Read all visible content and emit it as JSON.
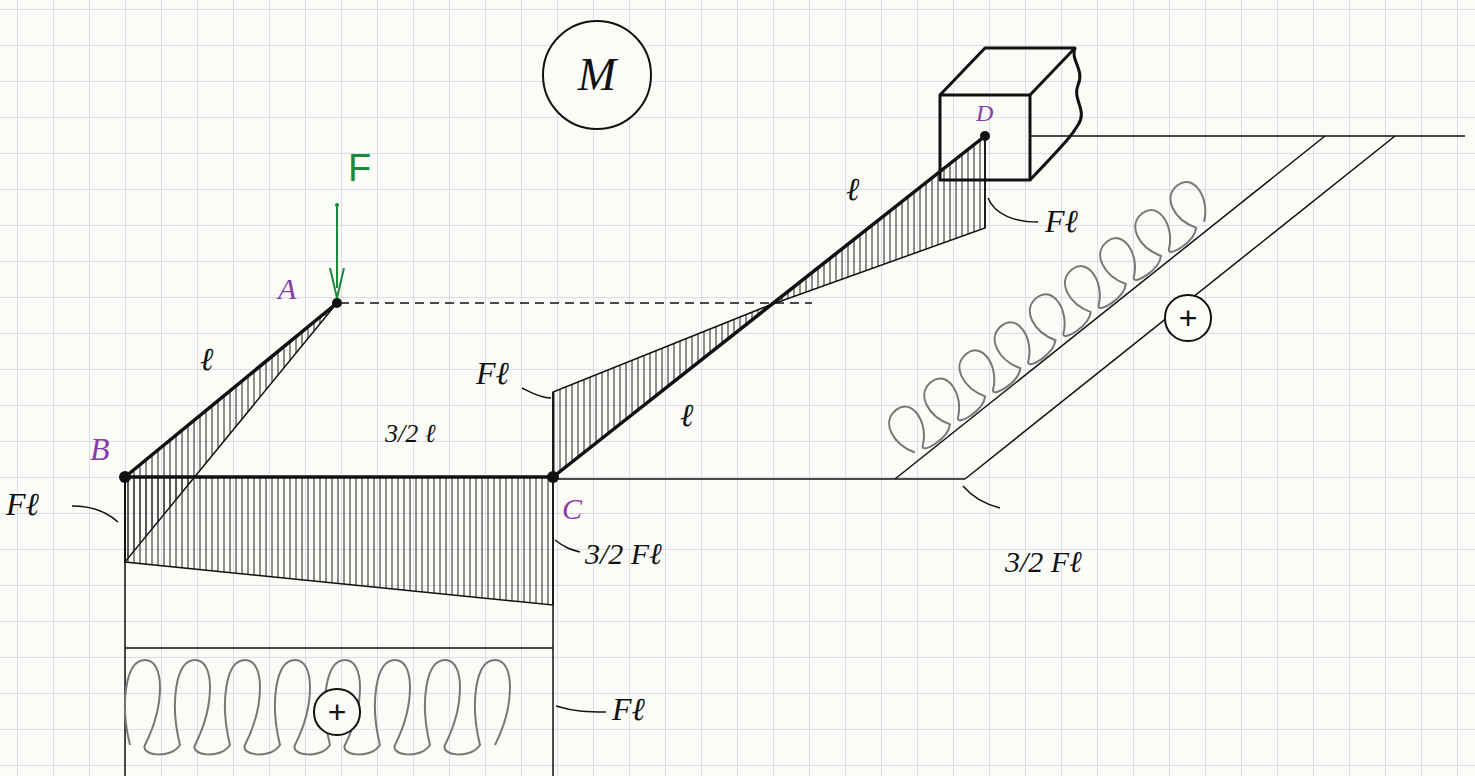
{
  "diagram": {
    "nodes": [
      {
        "text": [
          "M"
        ]
      },
      {
        "text": [
          "+"
        ]
      },
      {
        "text": [
          "+"
        ]
      }
    ],
    "labels": [
      "F",
      "A",
      "B",
      "C",
      "D",
      "ℓ",
      "3/2 ℓ",
      "ℓ",
      "ℓ",
      "Fℓ",
      "Fℓ",
      "Fℓ",
      "3/2 Fℓ",
      "3/2 Fℓ",
      "Fℓ"
    ]
  }
}
